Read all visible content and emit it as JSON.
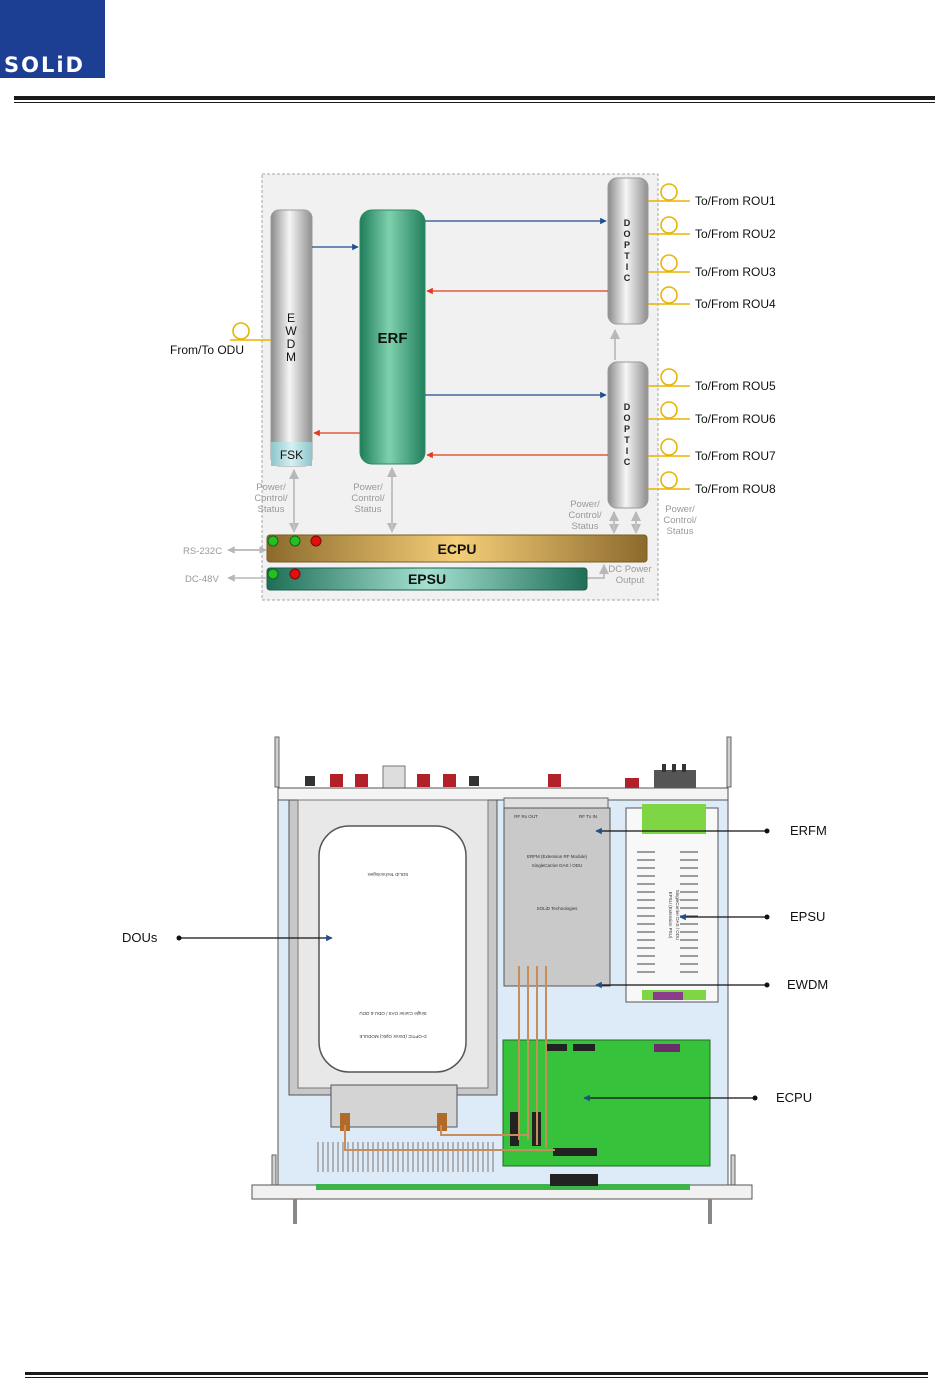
{
  "header": {
    "logo_text": "SOLiD"
  },
  "block_diagram": {
    "ewdm_letters": [
      "E",
      "W",
      "D",
      "M"
    ],
    "fsk_label": "FSK",
    "erf_label": "ERF",
    "doptic_letters": [
      "D",
      "O",
      "P",
      "T",
      "I",
      "C"
    ],
    "odu_label": "From/To ODU",
    "rou_labels": [
      "To/From ROU1",
      "To/From ROU2",
      "To/From ROU3",
      "To/From ROU4",
      "To/From ROU5",
      "To/From ROU6",
      "To/From ROU7",
      "To/From ROU8"
    ],
    "pcs_lines": [
      "Power/",
      "Control/",
      "Status"
    ],
    "ecpu_label": "ECPU",
    "epsu_label": "EPSU",
    "rs232_label": "RS-232C",
    "dc48_label": "DC-48V",
    "dc_power_lines": [
      "DC Power",
      "Output"
    ],
    "colors": {
      "rx_arrow": "#1f4e8c",
      "tx_arrow": "#e23a1e",
      "led_green": "#22c022",
      "led_red": "#e01010",
      "erf_green": "#3fa882"
    }
  },
  "photo_callouts": {
    "dous": "DOUs",
    "erfm": "ERFM",
    "epsu": "EPSU",
    "ewdm": "EWDM",
    "ecpu": "ECPU"
  },
  "photo_text": {
    "erfm_module": "ERFM (Extension RF Module)",
    "erfm_sub": "SingleCarrier DAS / ODU",
    "erfm_brand": "SOLiD Technologies",
    "erfm_rf_out": "RF Rx OUT",
    "erfm_rf_in": "RF Tx IN",
    "doptic_module": "D-OPTIC (Donor Optic) MODULE",
    "doptic_sub": "Single Carrier DAS / ODU & ODU",
    "doptic_brand": "SOLiD Technologies",
    "epsu_module": "EPSU (Extension PSU)",
    "epsu_sub": "SingleCarrier DAS / ODU"
  }
}
